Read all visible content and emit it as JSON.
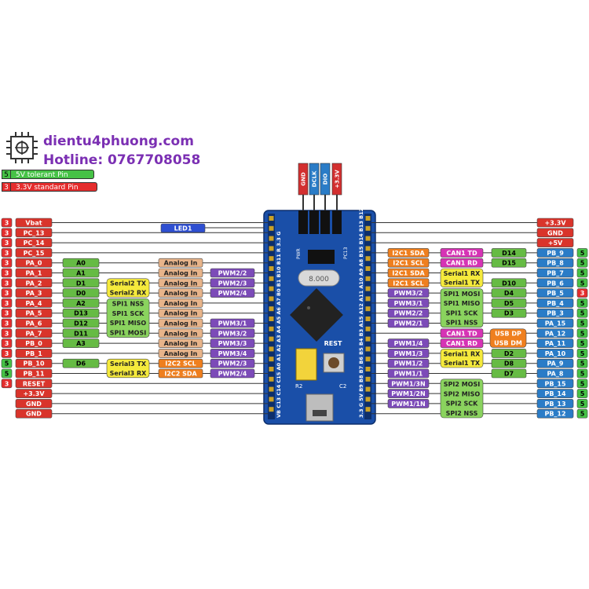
{
  "brand": {
    "site": "dientu4phuong.com",
    "hotline": "Hotline: 0767708058"
  },
  "legend": [
    {
      "num": "5",
      "label": "5V tolerant Pin",
      "color": "#46c246"
    },
    {
      "num": "3",
      "label": "3.3V standard Pin",
      "color": "#e52d2d"
    }
  ],
  "colors": {
    "pin_left": "#d9342b",
    "pin_right": "#2a7cc7",
    "tol5": "#46c246",
    "tol3": "#e52d2d",
    "header_red": "#d32f2f",
    "arduino": "#66bb44",
    "analog": "#e8b48a",
    "pwm": "#7c4bb8",
    "serial": "#f5ea3c",
    "spi": "#8ad35e",
    "i2c": "#ef7f1e",
    "can": "#d633b5",
    "usb": "#ef7f1e",
    "led": "#2e4fd1",
    "board": "#1a4fa8"
  },
  "swd": [
    "GND",
    "DCLK",
    "DIO",
    "+3.3V"
  ],
  "led_label": "LED1",
  "board": {
    "left_header_text": "VB C13 C14 C15 A0 A1 A2 A3 A4 A5 A6 A7 B0 B1 B10 B11 R 3.3 G",
    "right_header_text": "3.3 G 5V B9 B8 B7 B6 B5 B4 B3 A15 A12 A11 A10 A9 A8 B15 B14 B13 B12",
    "crystal": "8.000",
    "rest": "REST",
    "r2": "R2",
    "c2": "C2",
    "pc13": "PC13",
    "pwr": "PWR"
  },
  "left_pins": [
    {
      "num": "3",
      "pin": "Vbat",
      "arduino": "",
      "analog": "",
      "pwm": "",
      "func": ""
    },
    {
      "num": "3",
      "pin": "PC_13",
      "arduino": "",
      "analog": "",
      "pwm": "",
      "func": ""
    },
    {
      "num": "3",
      "pin": "PC_14",
      "arduino": "",
      "analog": "",
      "pwm": "",
      "func": ""
    },
    {
      "num": "3",
      "pin": "PC_15",
      "arduino": "",
      "analog": "",
      "pwm": "",
      "func": ""
    },
    {
      "num": "3",
      "pin": "PA_0",
      "arduino": "A0",
      "analog": "Analog In",
      "pwm": "",
      "func": ""
    },
    {
      "num": "3",
      "pin": "PA_1",
      "arduino": "A1",
      "analog": "Analog In",
      "pwm": "PWM2/2",
      "func": ""
    },
    {
      "num": "3",
      "pin": "PA_2",
      "arduino": "D1",
      "analog": "Analog In",
      "pwm": "PWM2/3",
      "func": ""
    },
    {
      "num": "3",
      "pin": "PA_3",
      "arduino": "D0",
      "analog": "Analog In",
      "pwm": "PWM2/4",
      "func": ""
    },
    {
      "num": "3",
      "pin": "PA_4",
      "arduino": "A2",
      "analog": "Analog In",
      "pwm": "",
      "func": ""
    },
    {
      "num": "3",
      "pin": "PA_5",
      "arduino": "D13",
      "analog": "Analog In",
      "pwm": "",
      "func": ""
    },
    {
      "num": "3",
      "pin": "PA_6",
      "arduino": "D12",
      "analog": "Analog In",
      "pwm": "PWM3/1",
      "func": ""
    },
    {
      "num": "3",
      "pin": "PA_7",
      "arduino": "D11",
      "analog": "Analog In",
      "pwm": "PWM3/2",
      "func": ""
    },
    {
      "num": "3",
      "pin": "PB_0",
      "arduino": "A3",
      "analog": "Analog In",
      "pwm": "PWM3/3",
      "func": ""
    },
    {
      "num": "3",
      "pin": "PB_1",
      "arduino": "",
      "analog": "Analog In",
      "pwm": "PWM3/4",
      "func": ""
    },
    {
      "num": "5",
      "pin": "PB_10",
      "arduino": "D6",
      "analog": "",
      "pwm": "PWM2/3",
      "func": "I2C2 SCL"
    },
    {
      "num": "5",
      "pin": "PB_11",
      "arduino": "",
      "analog": "",
      "pwm": "PWM2/4",
      "func": "I2C2 SDA"
    },
    {
      "num": "3",
      "pin": "RESET",
      "arduino": "",
      "analog": "",
      "pwm": "",
      "func": ""
    },
    {
      "num": "",
      "pin": "+3.3V",
      "arduino": "",
      "analog": "",
      "pwm": "",
      "func": ""
    },
    {
      "num": "",
      "pin": "GND",
      "arduino": "",
      "analog": "",
      "pwm": "",
      "func": ""
    },
    {
      "num": "",
      "pin": "GND",
      "arduino": "",
      "analog": "",
      "pwm": "",
      "func": ""
    }
  ],
  "left_groups": [
    {
      "kind": "serial",
      "row": 6,
      "lines": [
        "Serial2 TX",
        "Serial2 RX"
      ]
    },
    {
      "kind": "spi",
      "row": 8,
      "lines": [
        "SPI1 NSS",
        "SPI1 SCK",
        "SPI1 MISO",
        "SPI1 MOSI"
      ]
    },
    {
      "kind": "serial",
      "row": 14,
      "lines": [
        "Serial3 TX",
        "Serial3 RX"
      ]
    }
  ],
  "right_pins": [
    {
      "num": "",
      "pin": "+3.3V",
      "arduino": "",
      "pwm": "",
      "i2c": "",
      "can": ""
    },
    {
      "num": "",
      "pin": "GND",
      "arduino": "",
      "pwm": "",
      "i2c": "",
      "can": ""
    },
    {
      "num": "",
      "pin": "+5V",
      "arduino": "",
      "pwm": "",
      "i2c": "",
      "can": ""
    },
    {
      "num": "5",
      "pin": "PB_9",
      "arduino": "D14",
      "pwm": "",
      "i2c": "I2C1 SDA",
      "can": "CAN1 TD"
    },
    {
      "num": "5",
      "pin": "PB_8",
      "arduino": "D15",
      "pwm": "",
      "i2c": "I2C1 SCL",
      "can": "CAN1 RD"
    },
    {
      "num": "5",
      "pin": "PB_7",
      "arduino": "",
      "pwm": "",
      "i2c": "I2C1 SDA",
      "can": ""
    },
    {
      "num": "5",
      "pin": "PB_6",
      "arduino": "D10",
      "pwm": "",
      "i2c": "I2C1 SCL",
      "can": ""
    },
    {
      "num": "3",
      "pin": "PB_5",
      "arduino": "D4",
      "pwm": "PWM3/2",
      "i2c": "",
      "can": ""
    },
    {
      "num": "5",
      "pin": "PB_4",
      "arduino": "D5",
      "pwm": "PWM3/1",
      "i2c": "",
      "can": ""
    },
    {
      "num": "5",
      "pin": "PB_3",
      "arduino": "D3",
      "pwm": "PWM2/2",
      "i2c": "",
      "can": ""
    },
    {
      "num": "5",
      "pin": "PA_15",
      "arduino": "",
      "pwm": "PWM2/1",
      "i2c": "",
      "can": ""
    },
    {
      "num": "5",
      "pin": "PA_12",
      "arduino": "",
      "pwm": "",
      "i2c": "",
      "can": "CAN1 TD"
    },
    {
      "num": "5",
      "pin": "PA_11",
      "arduino": "",
      "pwm": "PWM1/4",
      "i2c": "",
      "can": "CAN1 RD"
    },
    {
      "num": "5",
      "pin": "PA_10",
      "arduino": "D2",
      "pwm": "PWM1/3",
      "i2c": "",
      "can": ""
    },
    {
      "num": "5",
      "pin": "PA_9",
      "arduino": "D8",
      "pwm": "PWM1/2",
      "i2c": "",
      "can": ""
    },
    {
      "num": "5",
      "pin": "PA_8",
      "arduino": "D7",
      "pwm": "PWM1/1",
      "i2c": "",
      "can": ""
    },
    {
      "num": "5",
      "pin": "PB_15",
      "arduino": "",
      "pwm": "PWM1/3N",
      "i2c": "",
      "can": ""
    },
    {
      "num": "5",
      "pin": "PB_14",
      "arduino": "",
      "pwm": "PWM1/2N",
      "i2c": "",
      "can": ""
    },
    {
      "num": "5",
      "pin": "PB_13",
      "arduino": "",
      "pwm": "PWM1/1N",
      "i2c": "",
      "can": ""
    },
    {
      "num": "5",
      "pin": "PB_12",
      "arduino": "",
      "pwm": "",
      "i2c": "",
      "can": ""
    }
  ],
  "right_groups": [
    {
      "kind": "serial",
      "row": 5,
      "lines": [
        "Serial1 RX",
        "Serial1 TX"
      ]
    },
    {
      "kind": "spi",
      "row": 7,
      "lines": [
        "SPI1 MOSI",
        "SPI1 MISO",
        "SPI1 SCK",
        "SPI1 NSS"
      ]
    },
    {
      "kind": "usb",
      "row": 11,
      "lines": [
        "USB DP",
        "USB DM"
      ]
    },
    {
      "kind": "serial",
      "row": 13,
      "lines": [
        "Serial1 RX",
        "Serial1 TX"
      ]
    },
    {
      "kind": "spi",
      "row": 16,
      "lines": [
        "SPI2 MOSI",
        "SPI2 MISO",
        "SPI2 SCK",
        "SPI2 NSS"
      ]
    }
  ]
}
